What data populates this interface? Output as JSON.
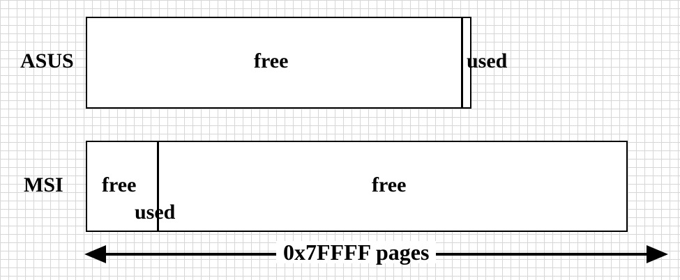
{
  "rows": {
    "asus": {
      "label": "ASUS",
      "free_label": "free",
      "used_label": "used"
    },
    "msi": {
      "label": "MSI",
      "free_left_label": "free",
      "used_label": "used",
      "free_right_label": "free"
    }
  },
  "arrow": {
    "label": "0x7FFFF pages"
  }
}
